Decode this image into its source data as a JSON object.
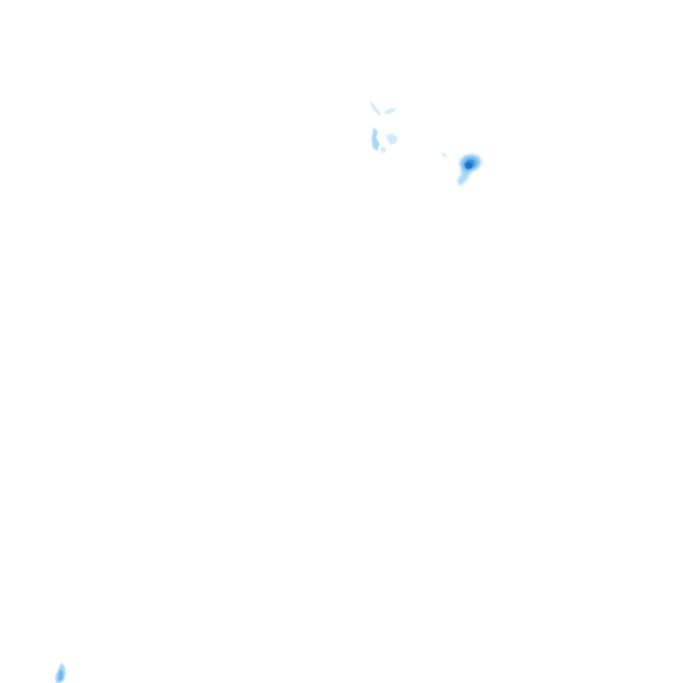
{
  "map": {
    "type": "precipitation-radar-overlay",
    "background": "#ffffff",
    "intensity_palette": {
      "very-light": "#cfe9fb",
      "light": "#a9d8f6",
      "moderate": "#6fb6ef",
      "heavy": "#3a8fe0",
      "core": "#1f6fc8"
    },
    "echoes": [
      {
        "id": "cluster-north",
        "intensity": "very-light"
      },
      {
        "id": "cell-east",
        "intensity": "core"
      },
      {
        "id": "cell-southwest",
        "intensity": "light"
      }
    ]
  }
}
